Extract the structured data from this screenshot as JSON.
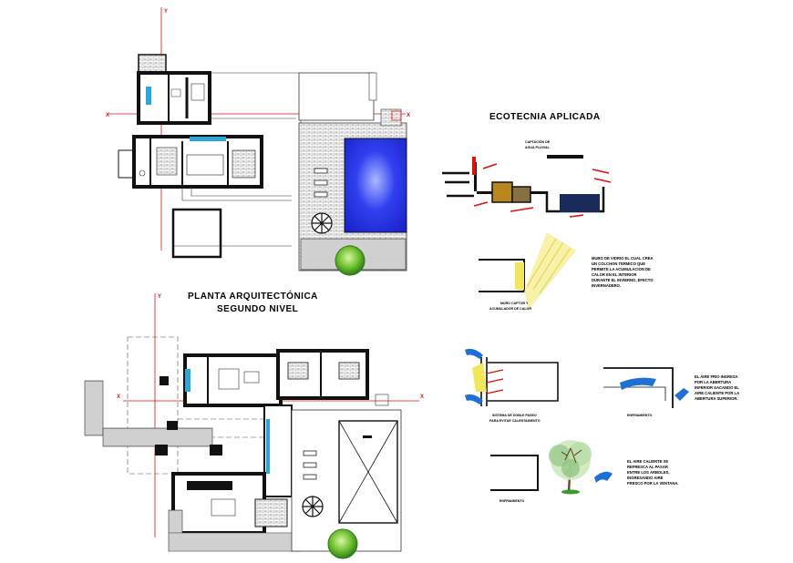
{
  "plan": {
    "title_line1": "PLANTA ARQUITECTÓNICA",
    "title_line2": "SEGUNDO NIVEL",
    "axis_letter": "Y",
    "axis_x_letter": "X"
  },
  "ecotecnia": {
    "title": "ECOTECNIA APLICADA",
    "rain_label_1": "CAPTACIÓN DE",
    "rain_label_2": "AGUA PLUVIAL",
    "wall_text_1": "MURO DE VIDRIO EL CUAL CREA",
    "wall_text_2": "UN COLCHON TERMICO QUE",
    "wall_text_3": "PERMITE LA ACUMULACION DE",
    "wall_text_4": "CALOR EN EL INTERIOR",
    "wall_text_5": "DURANTE EL INVIERNO, EFECTO",
    "wall_text_6": "INVERNADERO.",
    "captor_1": "MURO CAPTOR Y",
    "captor_2": "ACUMULADOR DE CALOR",
    "double_1": "SISTEMA DE DOBLE PASEO",
    "double_2": "PARA EVITAR CALENTAMIENTO",
    "cooling_small": "ENFRIAMIENTO",
    "cold_1": "EL AIRE FRIO INGRESA",
    "cold_2": "POR LA ABERTURA",
    "cold_3": "INFERIOR SACANDO EL",
    "cold_4": "AIRE CALIENTE POR LA",
    "cold_5": "ABERTURA SUPERIOR.",
    "hot_1": "EL AIRE CALIENTE SE",
    "hot_2": "REFRESCA AL PASAR",
    "hot_3": "ENTRE LOS ARBOLES,",
    "hot_4": "INGRESANDO AIRE",
    "hot_5": "FRESCO POR LA VENTANA.",
    "cooling_big": "ENFRIAMIENTO"
  },
  "colors": {
    "wall": "#111111",
    "axis_red": "#dd1111",
    "window_cyan": "#2aa9d8",
    "pool_blue": "#2233ee",
    "glass_yellow": "#f2e65a",
    "tree_green": "#3b9a2a",
    "air_blue": "#1f6fd8"
  }
}
